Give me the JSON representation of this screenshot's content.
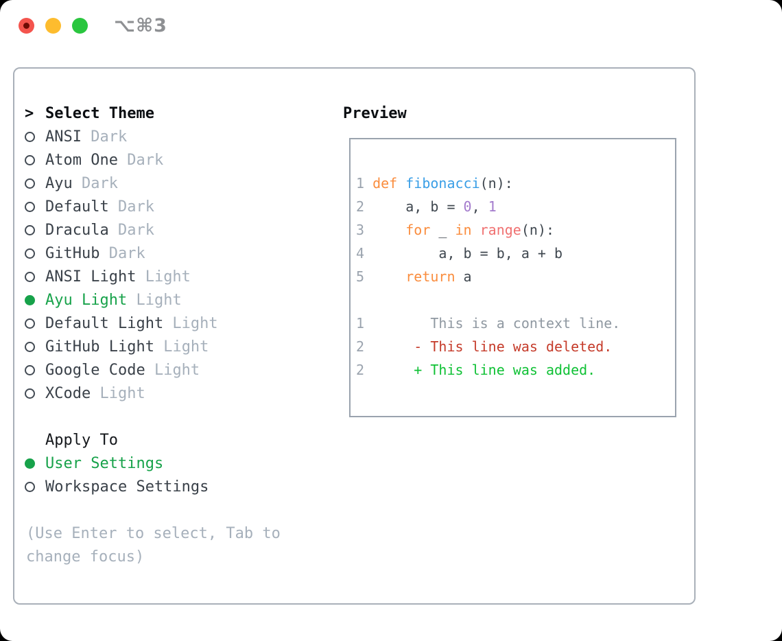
{
  "window": {
    "title_shortcut": "⌥⌘3",
    "traffic_lights": [
      "close",
      "minimize",
      "zoom"
    ]
  },
  "colors": {
    "accent_green": "#17a24a",
    "traffic_red": "#f4544d",
    "traffic_yellow": "#fdbc2e",
    "traffic_green": "#2ac63f",
    "syntax": {
      "ln": "#9aa3ae",
      "fg": "#3f474f",
      "kw": "#fa8d3e",
      "fn": "#399ee6",
      "num": "#a37acc",
      "bi": "#f07171",
      "ctx": "#8f98a1",
      "del": "#c53b2a",
      "add": "#0fc135"
    }
  },
  "theme_panel": {
    "prompt": ">",
    "header": "Select Theme",
    "themes": [
      {
        "name": "ANSI",
        "variant": "Dark",
        "selected": false
      },
      {
        "name": "Atom One",
        "variant": "Dark",
        "selected": false
      },
      {
        "name": "Ayu",
        "variant": "Dark",
        "selected": false
      },
      {
        "name": "Default",
        "variant": "Dark",
        "selected": false
      },
      {
        "name": "Dracula",
        "variant": "Dark",
        "selected": false
      },
      {
        "name": "GitHub",
        "variant": "Dark",
        "selected": false
      },
      {
        "name": "ANSI Light",
        "variant": "Light",
        "selected": false
      },
      {
        "name": "Ayu Light",
        "variant": "Light",
        "selected": true
      },
      {
        "name": "Default Light",
        "variant": "Light",
        "selected": false
      },
      {
        "name": "GitHub Light",
        "variant": "Light",
        "selected": false
      },
      {
        "name": "Google Code",
        "variant": "Light",
        "selected": false
      },
      {
        "name": "XCode",
        "variant": "Light",
        "selected": false
      }
    ],
    "apply_to": {
      "header": "Apply To",
      "options": [
        {
          "label": "User Settings",
          "selected": true
        },
        {
          "label": "Workspace Settings",
          "selected": false
        }
      ]
    },
    "help_lines": [
      "(Use Enter to select, Tab to",
      "change focus)"
    ]
  },
  "preview": {
    "header": "Preview",
    "lines": [
      [
        [
          "1 ",
          "ln"
        ],
        [
          "def",
          "kw"
        ],
        [
          " ",
          "fg"
        ],
        [
          "fibonacci",
          "fn"
        ],
        [
          "(n):",
          "fg"
        ]
      ],
      [
        [
          "2     ",
          "ln"
        ],
        [
          "a, b = ",
          "fg"
        ],
        [
          "0",
          "num"
        ],
        [
          ", ",
          "fg"
        ],
        [
          "1",
          "num"
        ]
      ],
      [
        [
          "3     ",
          "ln"
        ],
        [
          "for",
          "kw"
        ],
        [
          " _ ",
          "fg"
        ],
        [
          "in",
          "kw"
        ],
        [
          " ",
          "fg"
        ],
        [
          "range",
          "bi"
        ],
        [
          "(n):",
          "fg"
        ]
      ],
      [
        [
          "4         ",
          "ln"
        ],
        [
          "a, b = b, a + b",
          "fg"
        ]
      ],
      [
        [
          "5     ",
          "ln"
        ],
        [
          "return",
          "kw"
        ],
        [
          " a",
          "fg"
        ]
      ],
      [],
      [
        [
          "1        ",
          "ln"
        ],
        [
          "This is a context line.",
          "ctx"
        ]
      ],
      [
        [
          "2      ",
          "ln"
        ],
        [
          "- This line was deleted.",
          "del"
        ]
      ],
      [
        [
          "2      ",
          "ln"
        ],
        [
          "+ This line was added.",
          "add"
        ]
      ]
    ]
  }
}
